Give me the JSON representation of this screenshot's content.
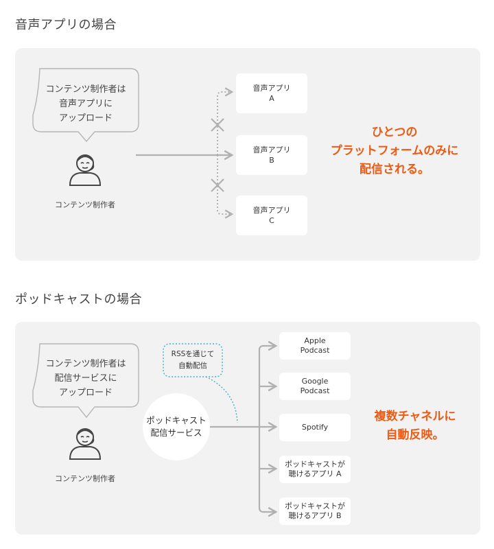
{
  "colors": {
    "accent": "#ee5a12",
    "line": "#b0b0b0",
    "panel": "#f2f2f2",
    "rss": "#3bb0c8"
  },
  "audio_section": {
    "title": "音声アプリの場合",
    "bubble_lines": [
      "コンテンツ制作者は",
      "音声アプリに",
      "アップロード"
    ],
    "creator_label": "コンテンツ制作者",
    "apps": [
      {
        "name": "音声アプリ",
        "suffix": "A"
      },
      {
        "name": "音声アプリ",
        "suffix": "B"
      },
      {
        "name": "音声アプリ",
        "suffix": "C"
      }
    ],
    "result_lines": [
      "ひとつの",
      "プラットフォームのみに",
      "配信される。"
    ]
  },
  "podcast_section": {
    "title": "ポッドキャストの場合",
    "bubble_lines": [
      "コンテンツ制作者は",
      "配信サービスに",
      "アップロード"
    ],
    "creator_label": "コンテンツ制作者",
    "rss_lines": [
      "RSSを通じて",
      "自動配信"
    ],
    "service_lines": [
      "ポッドキャスト",
      "配信サービス"
    ],
    "destinations": [
      {
        "lines": [
          "Apple",
          "Podcast"
        ]
      },
      {
        "lines": [
          "Google",
          "Podcast"
        ]
      },
      {
        "lines": [
          "Spotify"
        ]
      },
      {
        "lines": [
          "ポッドキャストが",
          "聴けるアプリ A"
        ]
      },
      {
        "lines": [
          "ポッドキャストが",
          "聴けるアプリ B"
        ]
      }
    ],
    "result_lines": [
      "複数チャネルに",
      "自動反映。"
    ]
  }
}
